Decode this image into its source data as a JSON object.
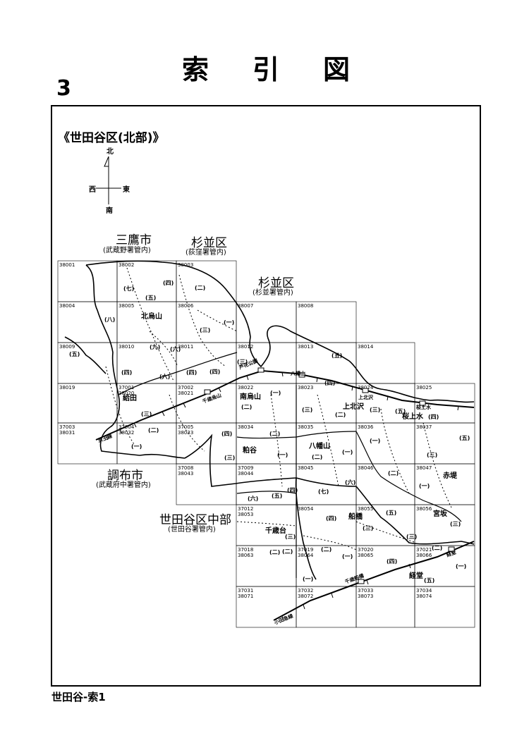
{
  "header": {
    "title_chars": [
      "索",
      "引",
      "図"
    ],
    "page_number": "3"
  },
  "map": {
    "region_title": "《世田谷区(北部)》",
    "compass": {
      "north": "北",
      "south": "南",
      "east": "東",
      "west": "西"
    },
    "areas": [
      {
        "name": "三鷹市",
        "note": "(武蔵野署管内)"
      },
      {
        "name": "杉並区",
        "note": "(荻窪署管内)"
      },
      {
        "name": "杉並区",
        "note": "(杉並署管内)"
      },
      {
        "name": "調布市",
        "note": "(武蔵府中署管内)"
      },
      {
        "name": "世田谷区中部",
        "note": "(世田谷署管内)"
      }
    ],
    "grid_codes": [
      [
        "38001"
      ],
      [
        "38002"
      ],
      [
        "38003"
      ],
      [
        "38004"
      ],
      [
        "38005"
      ],
      [
        "38006"
      ],
      [
        "38007"
      ],
      [
        "38008"
      ],
      [
        "38009"
      ],
      [
        "38010"
      ],
      [
        "38011"
      ],
      [
        "38012"
      ],
      [
        "38013"
      ],
      [
        "38014"
      ],
      [
        "38019"
      ],
      [
        "37001",
        "38020"
      ],
      [
        "37002",
        "38021"
      ],
      [
        "38022"
      ],
      [
        "38023"
      ],
      [
        "38024"
      ],
      [
        "38025"
      ],
      [
        "37003",
        "38031"
      ],
      [
        "37004",
        "38032"
      ],
      [
        "37005",
        "38033"
      ],
      [
        "38034"
      ],
      [
        "38035"
      ],
      [
        "38036"
      ],
      [
        "38037"
      ],
      [
        "37008",
        "38043"
      ],
      [
        "37009",
        "38044"
      ],
      [
        "38045"
      ],
      [
        "38046"
      ],
      [
        "38047"
      ],
      [
        "37012",
        "38053"
      ],
      [
        "38054"
      ],
      [
        "38055"
      ],
      [
        "38056"
      ],
      [
        "37018",
        "38063"
      ],
      [
        "37019",
        "38064"
      ],
      [
        "37020",
        "38065"
      ],
      [
        "37021",
        "38066"
      ],
      [
        "37031",
        "38071"
      ],
      [
        "37032",
        "38072"
      ],
      [
        "37033",
        "38073"
      ],
      [
        "37034",
        "38074"
      ]
    ],
    "place_names": [
      "北烏山",
      "給田",
      "南烏山",
      "上北沢",
      "桜上水",
      "粕谷",
      "八幡山",
      "赤堤",
      "宮坂",
      "千歳台",
      "船橋",
      "経堂"
    ],
    "station_names": [
      "千歳烏山",
      "芦花公園",
      "八幡山",
      "上北沢",
      "桜上水",
      "京王線",
      "千歳船橋",
      "経堂",
      "小田急線"
    ],
    "chome_marks": [
      "(一)",
      "(二)",
      "(三)",
      "(四)",
      "(五)",
      "(六)",
      "(七)",
      "(八)",
      "(九)"
    ]
  },
  "footer": {
    "label": "世田谷-索1"
  },
  "colors": {
    "ink": "#000000",
    "paper": "#ffffff"
  }
}
